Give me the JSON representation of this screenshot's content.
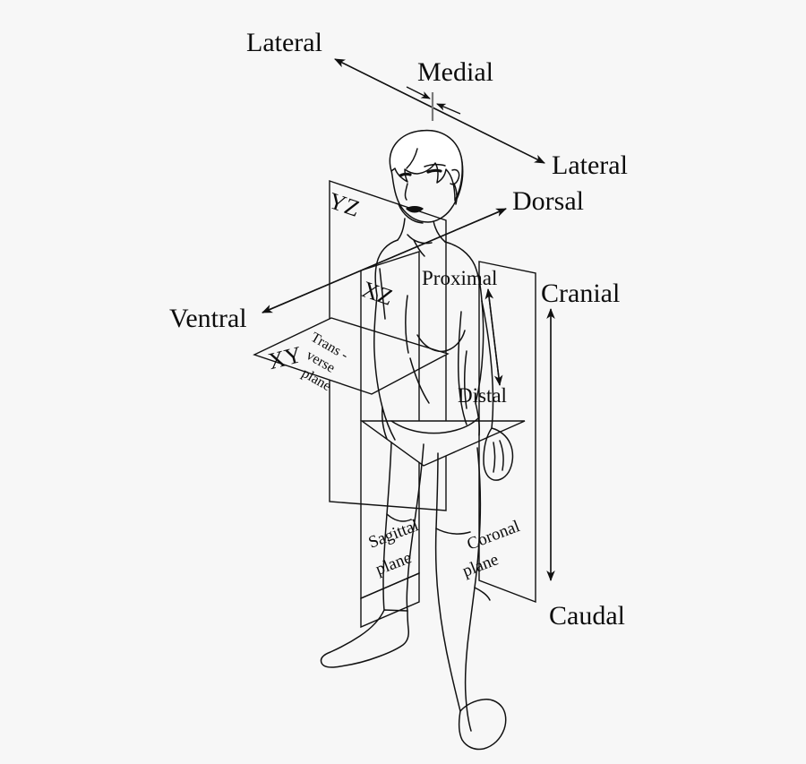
{
  "diagram": {
    "title": "Anatomical directional terms and body planes",
    "background_color": "#f7f7f7",
    "stroke_color": "#111111",
    "tick_color": "#7a7a7a"
  },
  "direction_labels": {
    "lateral_left": "Lateral",
    "medial": "Medial",
    "lateral_right": "Lateral",
    "dorsal": "Dorsal",
    "ventral": "Ventral",
    "cranial": "Cranial",
    "caudal": "Caudal",
    "proximal": "Proximal",
    "distal": "Distal"
  },
  "axis_labels": {
    "yz": "YZ",
    "xz": "XZ",
    "xy": "XY"
  },
  "plane_labels": {
    "transverse_line1": "Trans -",
    "transverse_line2": "verse",
    "transverse_line3": "plane",
    "sagittal_line1": "Sagittal",
    "sagittal_line2": "plane",
    "coronal_line1": "Coronal",
    "coronal_line2": "plane"
  }
}
